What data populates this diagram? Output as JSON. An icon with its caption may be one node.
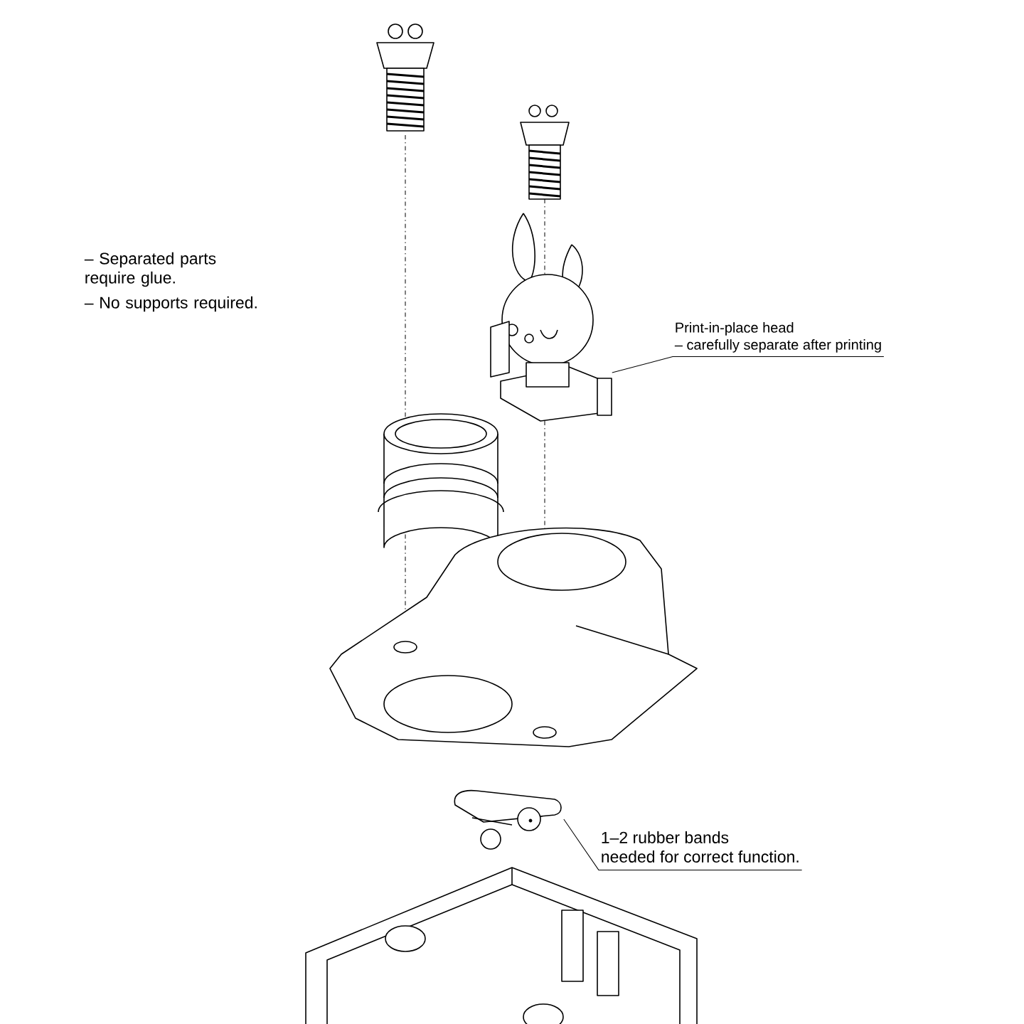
{
  "diagram": {
    "nodes": [
      {
        "text": [
          "Print-in-place head",
          "– carefully separate after printing"
        ]
      },
      {
        "text": [],
        "shape": "picture"
      },
      {
        "text": [
          "1–2 rubber bands",
          "needed for correct function."
        ]
      },
      {
        "text": [],
        "shape": "picture"
      }
    ],
    "edges": [
      {
        "from": 0,
        "to": 1,
        "arrow": "none"
      },
      {
        "from": 2,
        "to": 3,
        "arrow": "none"
      }
    ],
    "labels": [
      "– Separated parts require glue.",
      "– No supports required."
    ]
  }
}
